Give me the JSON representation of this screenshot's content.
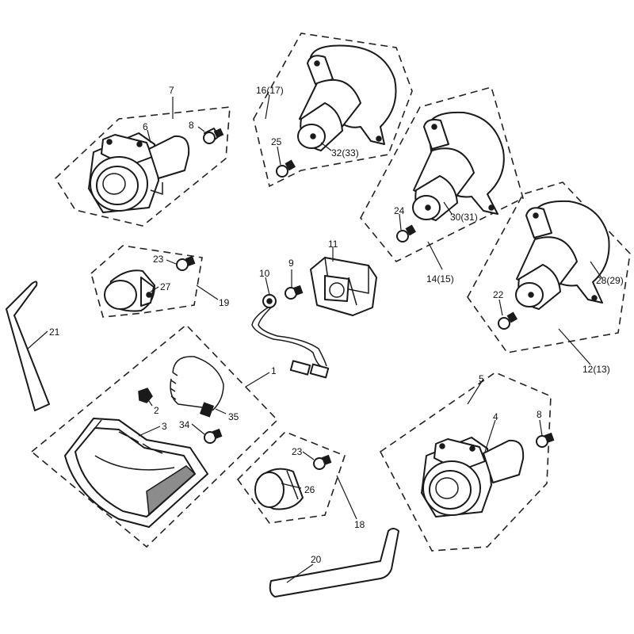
{
  "labels": {
    "l1": "1",
    "l2": "2",
    "l3": "3",
    "l4": "4",
    "l5": "5",
    "l6": "6",
    "l7": "7",
    "l8a": "8",
    "l8b": "8",
    "l9": "9",
    "l10": "10",
    "l11": "11",
    "l12": "12(13)",
    "l14": "14(15)",
    "l16": "16(17)",
    "l18": "18",
    "l19": "19",
    "l20": "20",
    "l21": "21",
    "l22": "22",
    "l23a": "23",
    "l23b": "23",
    "l24": "24",
    "l25": "25",
    "l26": "26",
    "l27": "27",
    "l28": "28(29)",
    "l30": "30(31)",
    "l32": "32(33)",
    "l34": "34",
    "l35": "35"
  },
  "colors": {
    "line": "#1a1a1a",
    "background": "#ffffff"
  }
}
